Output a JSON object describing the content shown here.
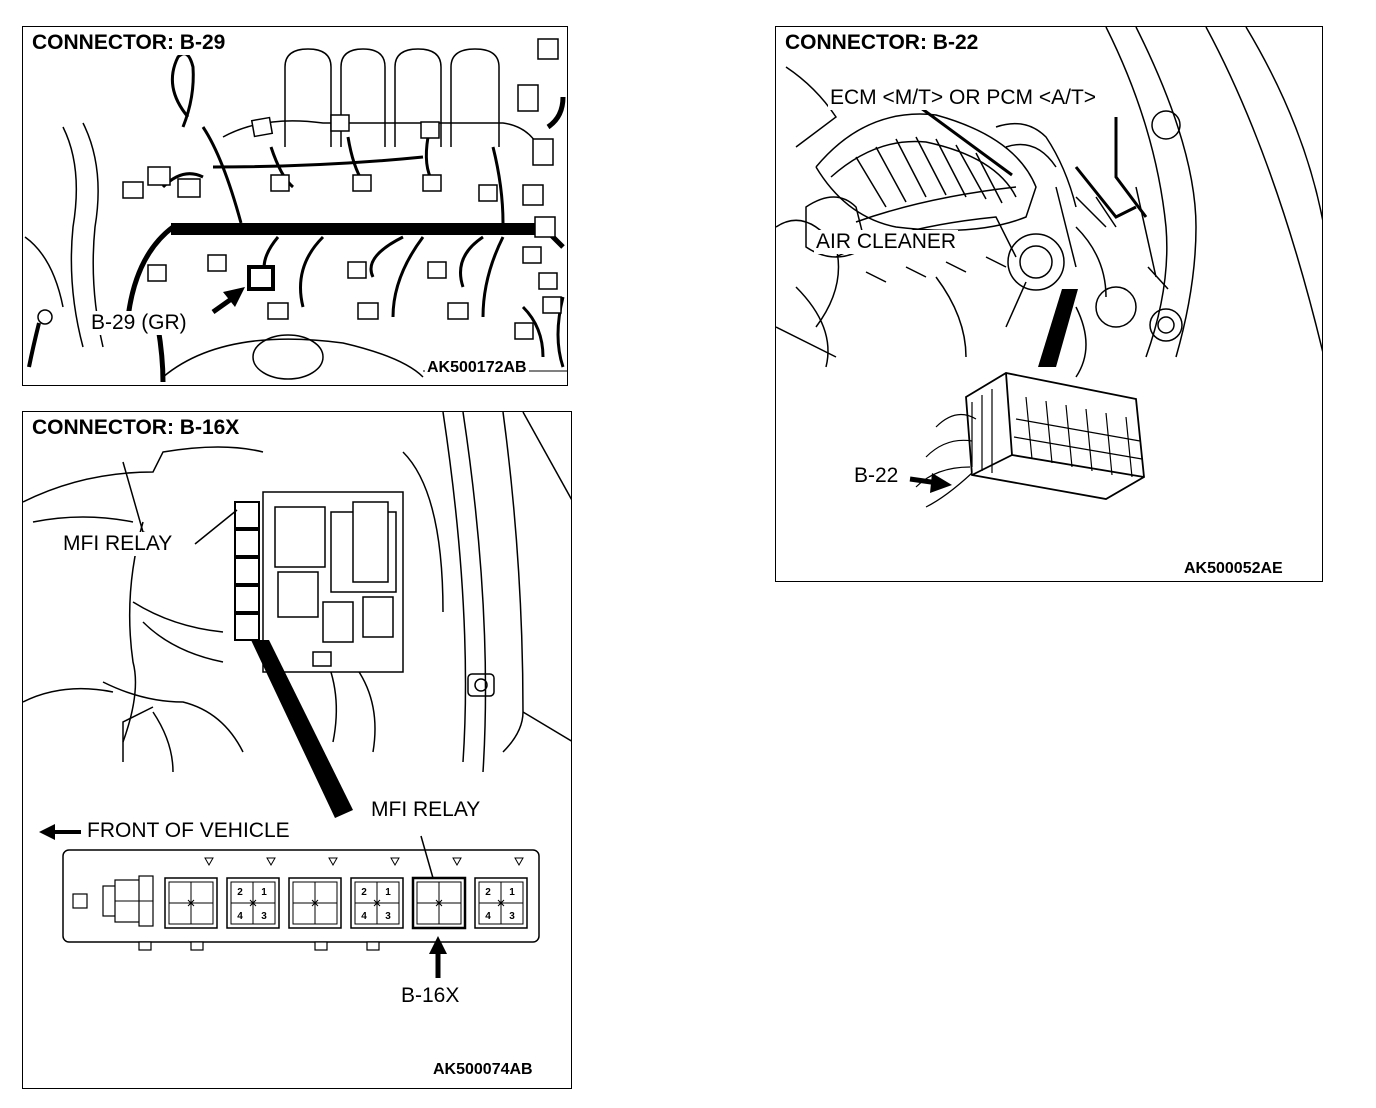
{
  "panels": {
    "b29": {
      "title": "CONNECTOR: B-29",
      "callout": "B-29 (GR)",
      "code": "AK500172AB"
    },
    "b16x": {
      "title": "CONNECTOR: B-16X",
      "callout_upper": "MFI RELAY",
      "callout_lower": "MFI RELAY",
      "direction_label": "FRONT OF VEHICLE",
      "connector_label": "B-16X",
      "relay_pins": [
        "2",
        "1",
        "4",
        "3"
      ],
      "code": "AK500074AB"
    },
    "b22": {
      "title": "CONNECTOR: B-22",
      "callout_ecm": "ECM <M/T> OR PCM <A/T>",
      "callout_air": "AIR CLEANER",
      "connector_label": "B-22",
      "code": "AK500052AE"
    }
  },
  "colors": {
    "line": "#000000",
    "background": "#ffffff"
  }
}
